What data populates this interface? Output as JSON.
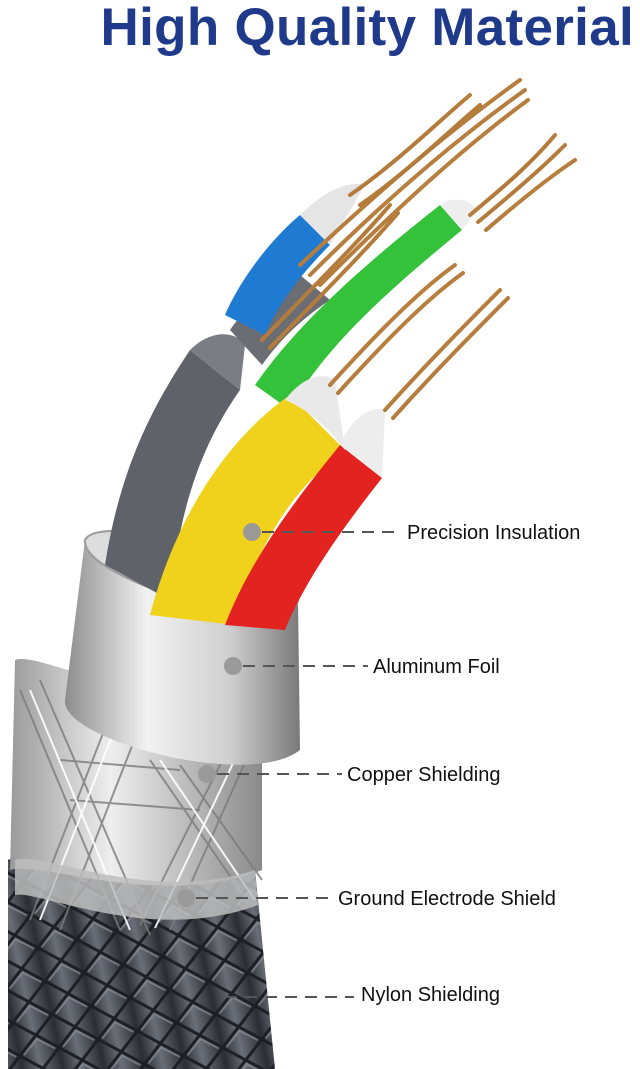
{
  "headline": "High Quality Material",
  "colors": {
    "headline": "#1f3a8a",
    "callout_line": "#555555",
    "callout_dot": "#9a9a9a"
  },
  "callouts": [
    {
      "label": "Precision Insulation",
      "target": "colored-wire-insulation"
    },
    {
      "label": "Aluminum Foil",
      "target": "aluminum-foil-layer"
    },
    {
      "label": "Copper Shielding",
      "target": "copper-braid-layer"
    },
    {
      "label": "Ground Electrode Shield",
      "target": "ground-shield-layer"
    },
    {
      "label": "Nylon Shielding",
      "target": "nylon-jacket-layer"
    }
  ]
}
